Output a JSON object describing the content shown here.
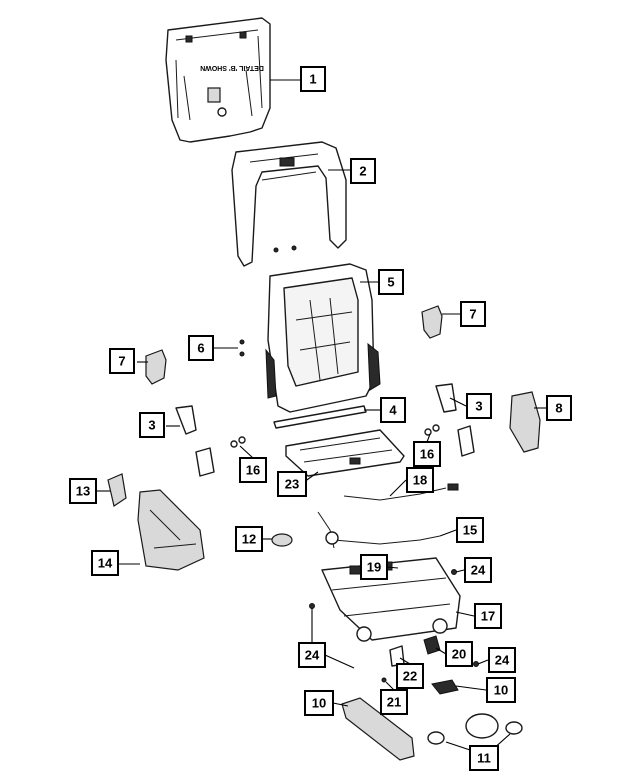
{
  "embossed_text": "DETAIL 'B' SHOWN",
  "callouts": [
    {
      "id": "c1a",
      "label": "1"
    },
    {
      "id": "c2a",
      "label": "2"
    },
    {
      "id": "c5a",
      "label": "5"
    },
    {
      "id": "c7a",
      "label": "7"
    },
    {
      "id": "c6a",
      "label": "6"
    },
    {
      "id": "c7b",
      "label": "7"
    },
    {
      "id": "c4a",
      "label": "4"
    },
    {
      "id": "c3a",
      "label": "3"
    },
    {
      "id": "c3b",
      "label": "3"
    },
    {
      "id": "c8a",
      "label": "8"
    },
    {
      "id": "c16a",
      "label": "16"
    },
    {
      "id": "c16b",
      "label": "16"
    },
    {
      "id": "c23a",
      "label": "23"
    },
    {
      "id": "c18a",
      "label": "18"
    },
    {
      "id": "c13a",
      "label": "13"
    },
    {
      "id": "c12a",
      "label": "12"
    },
    {
      "id": "c15a",
      "label": "15"
    },
    {
      "id": "c14a",
      "label": "14"
    },
    {
      "id": "c19a",
      "label": "19"
    },
    {
      "id": "c24a",
      "label": "24"
    },
    {
      "id": "c17a",
      "label": "17"
    },
    {
      "id": "c24b",
      "label": "24"
    },
    {
      "id": "c20a",
      "label": "20"
    },
    {
      "id": "c24c",
      "label": "24"
    },
    {
      "id": "c22a",
      "label": "22"
    },
    {
      "id": "c21a",
      "label": "21"
    },
    {
      "id": "c10a",
      "label": "10"
    },
    {
      "id": "c10b",
      "label": "10"
    },
    {
      "id": "c11a",
      "label": "11"
    }
  ]
}
